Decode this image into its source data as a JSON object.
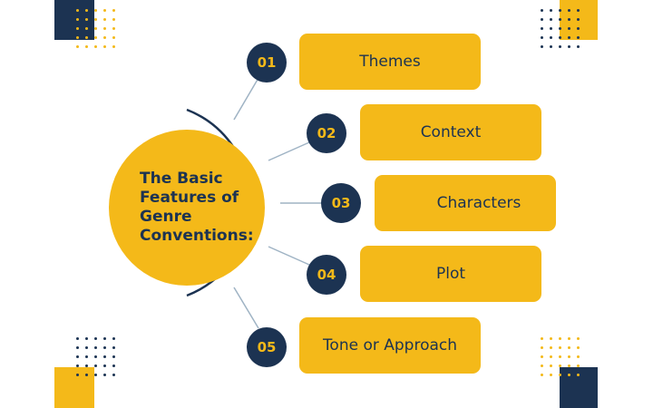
{
  "colors": {
    "navy": "#1c3352",
    "yellow": "#f4b919",
    "line": "#9fb3c4"
  },
  "center": {
    "title": "The Basic\nFeatures of\nGenre\nConventions:"
  },
  "items": [
    {
      "number": "01",
      "label": "Themes"
    },
    {
      "number": "02",
      "label": "Context"
    },
    {
      "number": "03",
      "label": "Characters"
    },
    {
      "number": "04",
      "label": "Plot"
    },
    {
      "number": "05",
      "label": "Tone or Approach"
    }
  ]
}
